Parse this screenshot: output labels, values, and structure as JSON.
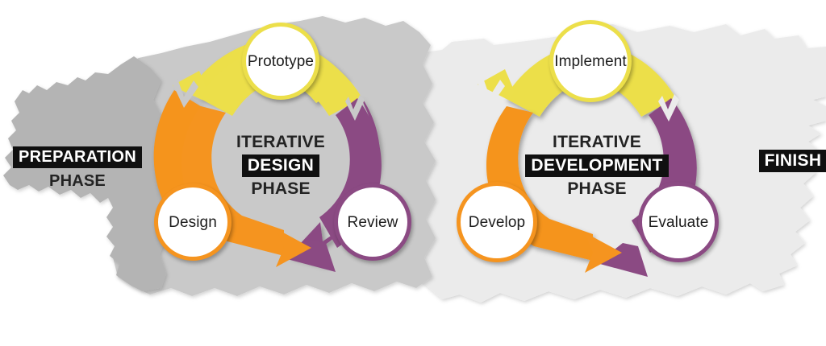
{
  "diagram": {
    "title_visible": false,
    "colors": {
      "yellow": "#ecdf4a",
      "orange": "#f5941f",
      "purple": "#8b4a83",
      "band_dark_gray": "#b3b3b3",
      "band_mid_gray": "#c9c9c9",
      "band_light_gray": "#e9e9e9",
      "chip_background": "#101010",
      "chip_text": "#ffffff",
      "text": "#232323",
      "page_background": "#ffffff"
    },
    "phases": [
      {
        "id": "preparation",
        "line1": "PREPARATION",
        "line2": "PHASE",
        "highlight": "line1"
      },
      {
        "id": "iterative-design",
        "line1": "ITERATIVE",
        "line2": "DESIGN",
        "line3": "PHASE",
        "highlight": "line2"
      },
      {
        "id": "iterative-development",
        "line1": "ITERATIVE",
        "line2": "DEVELOPMENT",
        "line3": "PHASE",
        "highlight": "line2"
      },
      {
        "id": "finish",
        "line1": "FINISH",
        "highlight": "line1"
      }
    ],
    "cycles": [
      {
        "id": "design-cycle",
        "center_label": "ITERATIVE DESIGN PHASE",
        "nodes": [
          {
            "id": "prototype",
            "label": "Prototype",
            "color": "#ecdf4a",
            "color_name": "yellow",
            "position": "top"
          },
          {
            "id": "review",
            "label": "Review",
            "color": "#8b4a83",
            "color_name": "purple",
            "position": "bottom-right"
          },
          {
            "id": "design",
            "label": "Design",
            "color": "#f5941f",
            "color_name": "orange",
            "position": "bottom-left"
          }
        ],
        "arrows": [
          {
            "from": "design",
            "to": "prototype",
            "color": "#ecdf4a",
            "arc": "top-left"
          },
          {
            "from": "prototype",
            "to": "review",
            "color": "#8b4a83",
            "arc": "right"
          },
          {
            "from": "review",
            "to": "design",
            "color": "#f5941f",
            "arc": "left"
          }
        ]
      },
      {
        "id": "development-cycle",
        "center_label": "ITERATIVE DEVELOPMENT PHASE",
        "nodes": [
          {
            "id": "implement",
            "label": "Implement",
            "color": "#ecdf4a",
            "color_name": "yellow",
            "position": "top"
          },
          {
            "id": "evaluate",
            "label": "Evaluate",
            "color": "#8b4a83",
            "color_name": "purple",
            "position": "bottom-right"
          },
          {
            "id": "develop",
            "label": "Develop",
            "color": "#f5941f",
            "color_name": "orange",
            "position": "bottom-left"
          }
        ],
        "arrows": [
          {
            "from": "develop",
            "to": "implement",
            "color": "#ecdf4a",
            "arc": "top-left"
          },
          {
            "from": "implement",
            "to": "evaluate",
            "color": "#8b4a83",
            "arc": "right"
          },
          {
            "from": "evaluate",
            "to": "develop",
            "color": "#f5941f",
            "arc": "left"
          }
        ]
      }
    ]
  }
}
